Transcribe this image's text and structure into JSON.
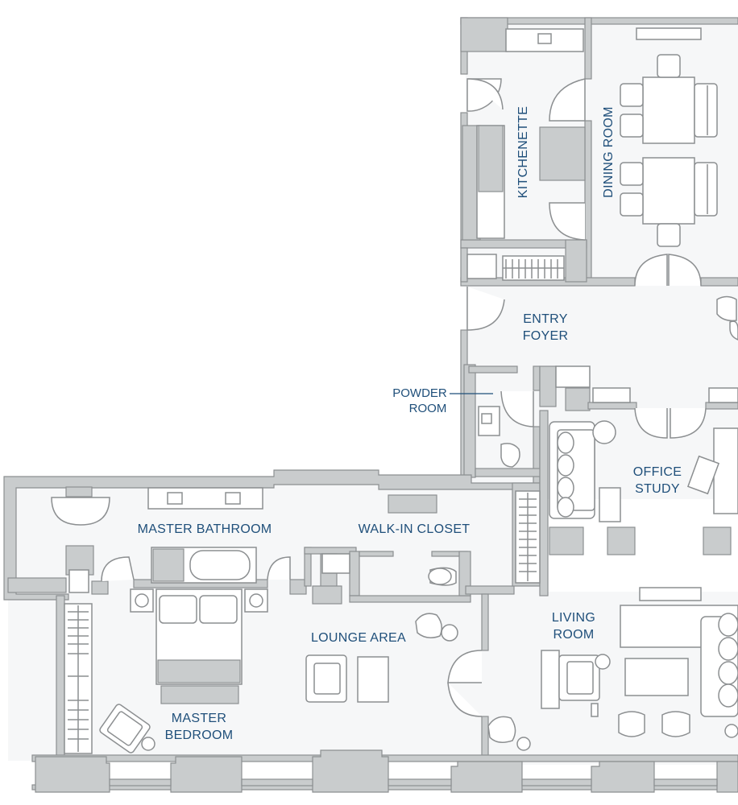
{
  "rooms": {
    "kitchenette": "KITCHENETTE",
    "dining_room": "DINING ROOM",
    "entry_foyer": [
      "ENTRY",
      "FOYER"
    ],
    "powder_room": [
      "POWDER",
      "ROOM"
    ],
    "office_study": [
      "OFFICE",
      "STUDY"
    ],
    "master_bathroom": "MASTER BATHROOM",
    "walk_in_closet": "WALK-IN CLOSET",
    "lounge_area": "LOUNGE AREA",
    "living_room": [
      "LIVING",
      "ROOM"
    ],
    "master_bedroom": [
      "MASTER",
      "BEDROOM"
    ]
  },
  "colors": {
    "label": "#1f4f7a",
    "wall": "#c9cccd",
    "outline": "#8c8f91",
    "floor": "#f6f7f8"
  }
}
